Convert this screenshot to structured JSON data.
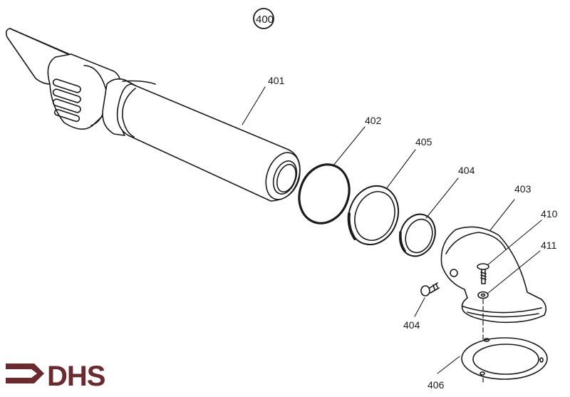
{
  "diagram": {
    "assembly_ref": "400",
    "parts": [
      {
        "id": "401",
        "name": "tube"
      },
      {
        "id": "402",
        "name": "o-ring"
      },
      {
        "id": "405",
        "name": "ring"
      },
      {
        "id": "404",
        "name": "ring-small"
      },
      {
        "id": "403",
        "name": "elbow"
      },
      {
        "id": "410",
        "name": "screw"
      },
      {
        "id": "411",
        "name": "washer"
      },
      {
        "id": "404",
        "name": "screw-side"
      },
      {
        "id": "406",
        "name": "gasket"
      }
    ],
    "labels": {
      "l401": "401",
      "l402": "402",
      "l405": "405",
      "l404a": "404",
      "l403": "403",
      "l410": "410",
      "l411": "411",
      "l404b": "404",
      "l406": "406"
    }
  },
  "logo": {
    "text": "DHS",
    "color": "#6b2a2e"
  }
}
